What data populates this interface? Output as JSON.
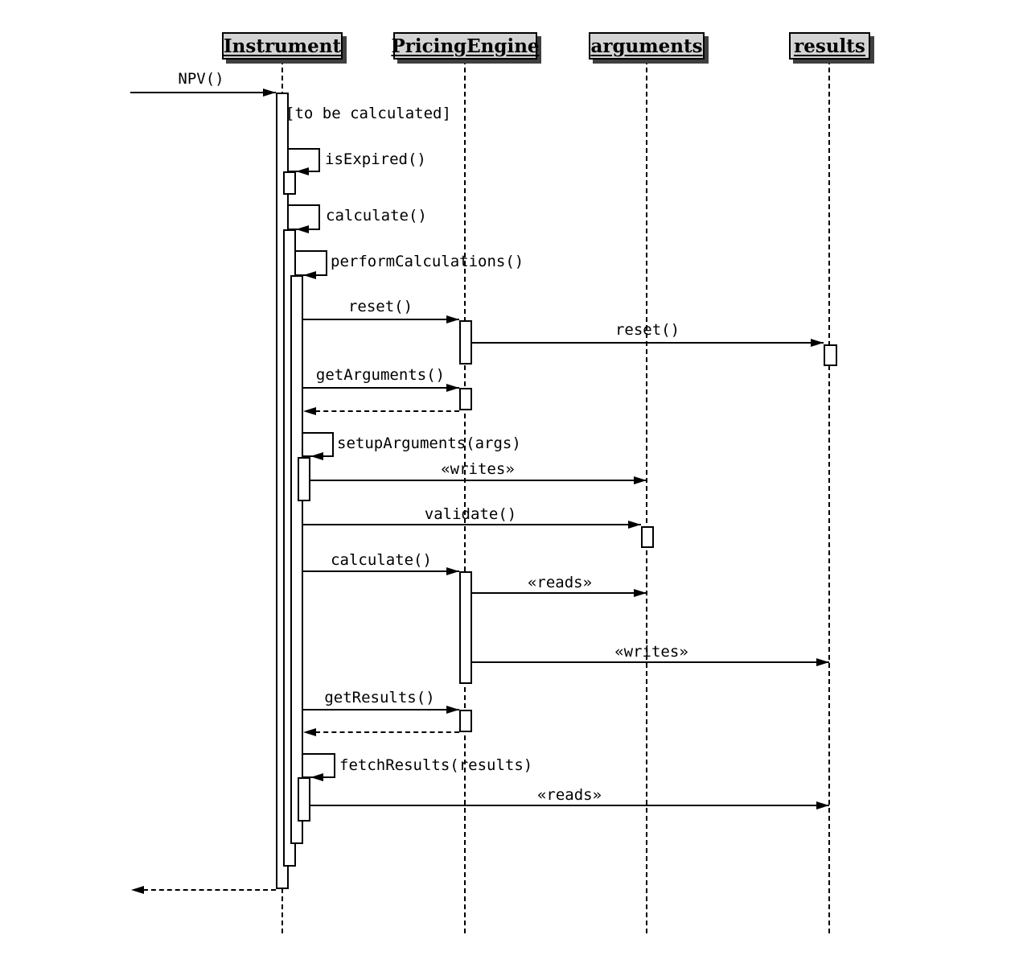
{
  "diagram": {
    "type": "uml-sequence-diagram",
    "lifelines": [
      {
        "label": "Instrument"
      },
      {
        "label": "PricingEngine"
      },
      {
        "label": "arguments"
      },
      {
        "label": "results"
      }
    ],
    "guard": "[to be calculated]",
    "messages": {
      "npv": "NPV()",
      "is_expired": "isExpired()",
      "calculate_self": "calculate()",
      "perform_calculations": "performCalculations()",
      "reset_engine": "reset()",
      "reset_results": "reset()",
      "get_arguments": "getArguments()",
      "setup_arguments": "setupArguments(args)",
      "writes_arguments": "«writes»",
      "validate": "validate()",
      "calculate_engine": "calculate()",
      "reads_arguments": "«reads»",
      "writes_results": "«writes»",
      "get_results": "getResults()",
      "fetch_results": "fetchResults(results)",
      "reads_results": "«reads»"
    },
    "colors": {
      "line": "#000000",
      "header_fill": "#d4d4d4",
      "header_shadow": "#3f3f3f",
      "background": "#ffffff"
    }
  }
}
